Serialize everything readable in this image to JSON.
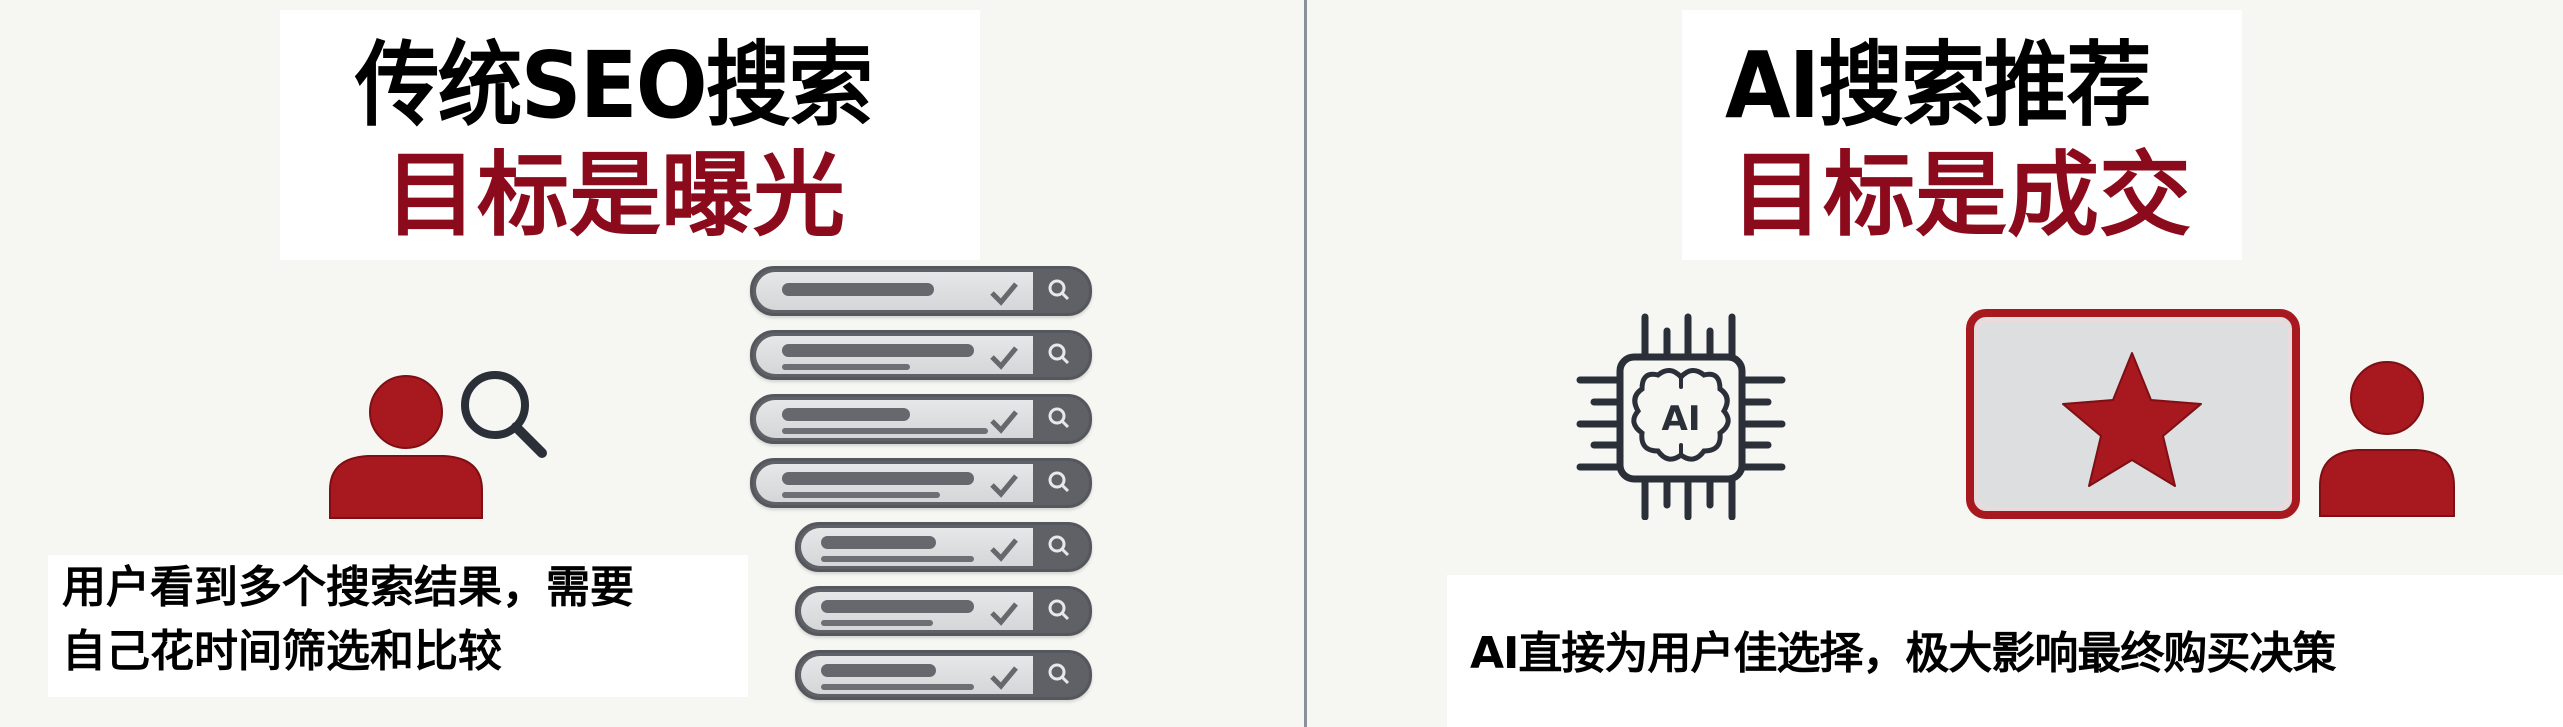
{
  "left": {
    "title": "传统SEO搜索",
    "subtitle": "目标是曝光",
    "description_lines": [
      "用户看到多个搜索结果，需要",
      "自己花时间筛选和比较"
    ],
    "icons": [
      "user-icon",
      "magnifier-icon",
      "search-result-list"
    ],
    "results": [
      {
        "primary": 0.57,
        "secondary": 0
      },
      {
        "primary": 0.71,
        "secondary": 0.47
      },
      {
        "primary": 0.47,
        "secondary": 0.76
      },
      {
        "primary": 0.71,
        "secondary": 0.59
      },
      {
        "primary": 0.57,
        "secondary": 0.76
      },
      {
        "primary": 0.76,
        "secondary": 0.55
      },
      {
        "primary": 0.57,
        "secondary": 0.76
      }
    ]
  },
  "right": {
    "title": "AI搜索推荐",
    "subtitle": "目标是成交",
    "description": "AI直接为用户佳选择，极大影响最终购买决策",
    "chip_label": "AI",
    "icons": [
      "ai-chip-brain-icon",
      "star-recommendation-card",
      "user-icon"
    ]
  },
  "colors": {
    "accent_red": "#8b0a1c",
    "icon_red": "#a8181f",
    "icon_dark": "#2b2f38",
    "bar_gray": "#5f6166",
    "background": "#f6f6f3"
  }
}
